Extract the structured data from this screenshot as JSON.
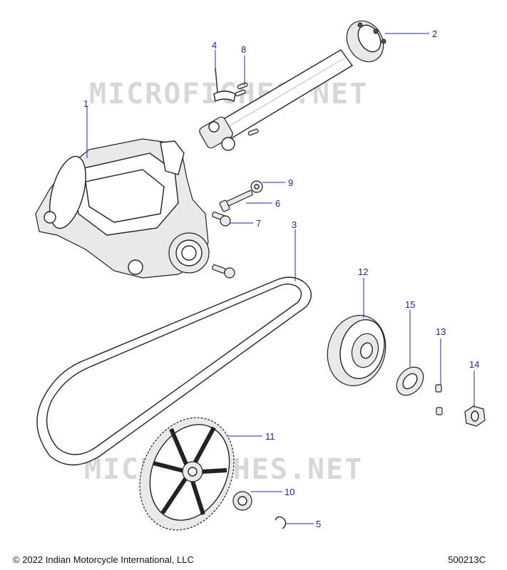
{
  "watermark": "MICROFICHES.NET",
  "copyright": "© 2022 Indian Motorcycle International, LLC",
  "diagram_code": "500213C",
  "callouts": [
    {
      "id": "1",
      "label": "1"
    },
    {
      "id": "2",
      "label": "2"
    },
    {
      "id": "3",
      "label": "3"
    },
    {
      "id": "4",
      "label": "4"
    },
    {
      "id": "5",
      "label": "5"
    },
    {
      "id": "6",
      "label": "6"
    },
    {
      "id": "7",
      "label": "7"
    },
    {
      "id": "8",
      "label": "8"
    },
    {
      "id": "9",
      "label": "9"
    },
    {
      "id": "10",
      "label": "10"
    },
    {
      "id": "11",
      "label": "11"
    },
    {
      "id": "12",
      "label": "12"
    },
    {
      "id": "13",
      "label": "13"
    },
    {
      "id": "14",
      "label": "14"
    },
    {
      "id": "15",
      "label": "15"
    }
  ],
  "colors": {
    "callout": "#1f2a8a",
    "line": "#222222",
    "watermark": "#d7d7d7"
  }
}
